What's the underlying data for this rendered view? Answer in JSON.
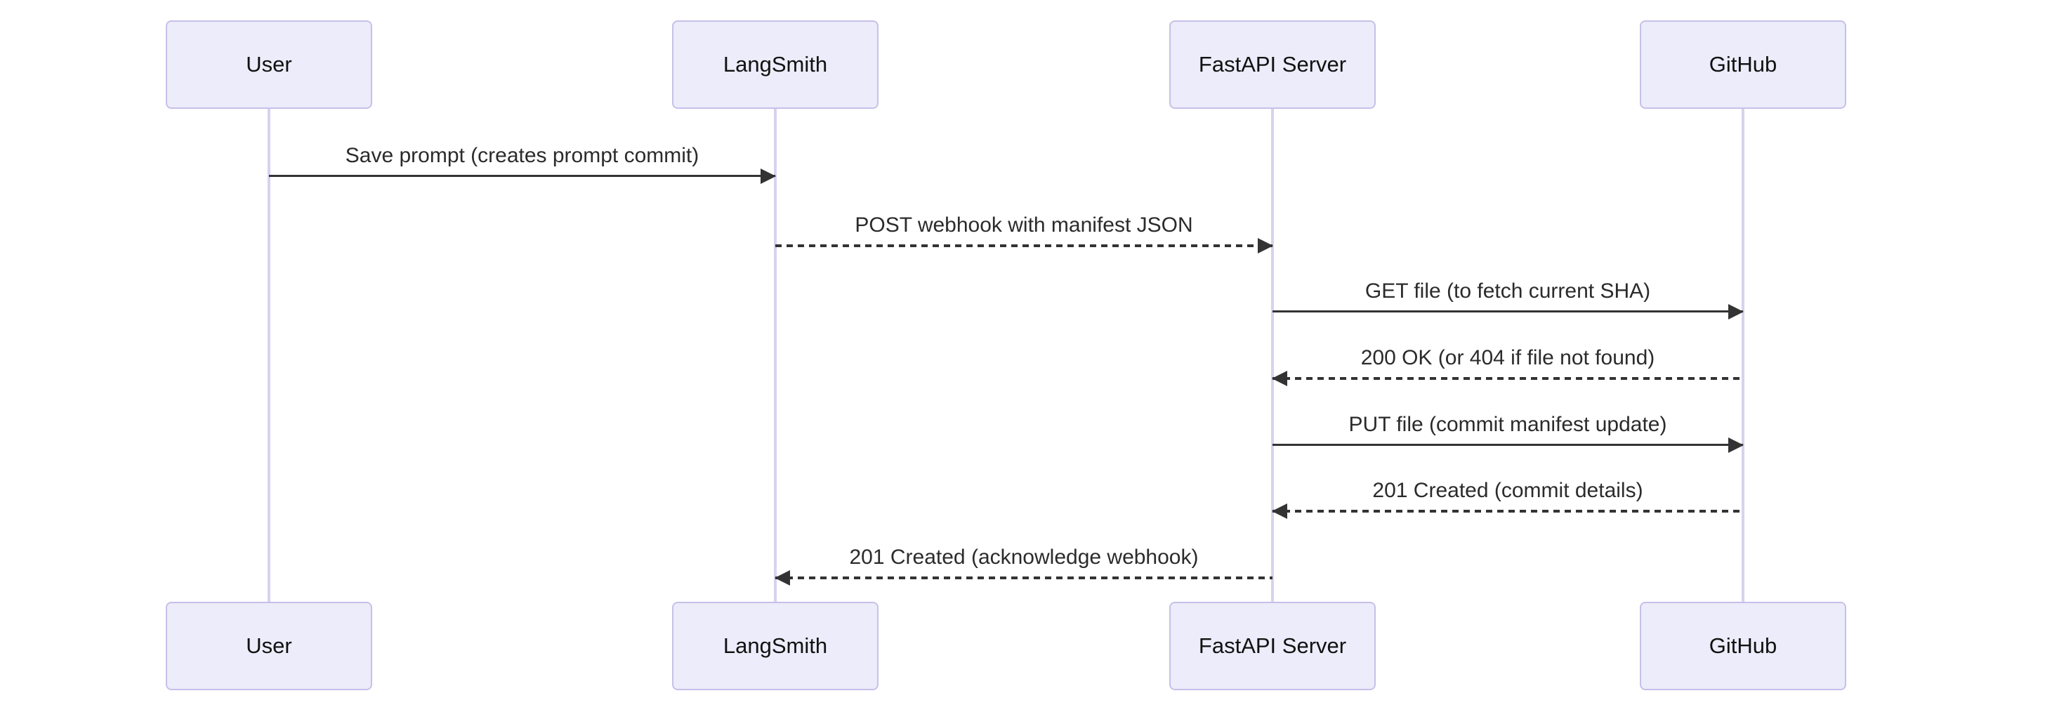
{
  "diagram": {
    "type": "sequence-diagram",
    "actors": [
      {
        "id": "user",
        "label": "User"
      },
      {
        "id": "langsmith",
        "label": "LangSmith"
      },
      {
        "id": "fastapi",
        "label": "FastAPI Server"
      },
      {
        "id": "github",
        "label": "GitHub"
      }
    ],
    "messages": [
      {
        "from": "user",
        "to": "langsmith",
        "line": "solid",
        "direction": "right",
        "label": "Save prompt (creates prompt commit)"
      },
      {
        "from": "langsmith",
        "to": "fastapi",
        "line": "dashed",
        "direction": "right",
        "label": "POST webhook with manifest JSON"
      },
      {
        "from": "fastapi",
        "to": "github",
        "line": "solid",
        "direction": "right",
        "label": "GET file (to fetch current SHA)"
      },
      {
        "from": "github",
        "to": "fastapi",
        "line": "dashed",
        "direction": "left",
        "label": "200 OK (or 404 if file not found)"
      },
      {
        "from": "fastapi",
        "to": "github",
        "line": "solid",
        "direction": "right",
        "label": "PUT file (commit manifest update)"
      },
      {
        "from": "github",
        "to": "fastapi",
        "line": "dashed",
        "direction": "left",
        "label": "201 Created (commit details)"
      },
      {
        "from": "fastapi",
        "to": "langsmith",
        "line": "dashed",
        "direction": "left",
        "label": "201 Created (acknowledge webhook)"
      }
    ],
    "colors": {
      "background": "#FFFFFF",
      "actor_fill": "#ECECFA",
      "actor_border": "#C7C0E9",
      "lifeline": "#D8D2EF",
      "arrow": "#333333",
      "text": "#2b2b2b"
    }
  }
}
